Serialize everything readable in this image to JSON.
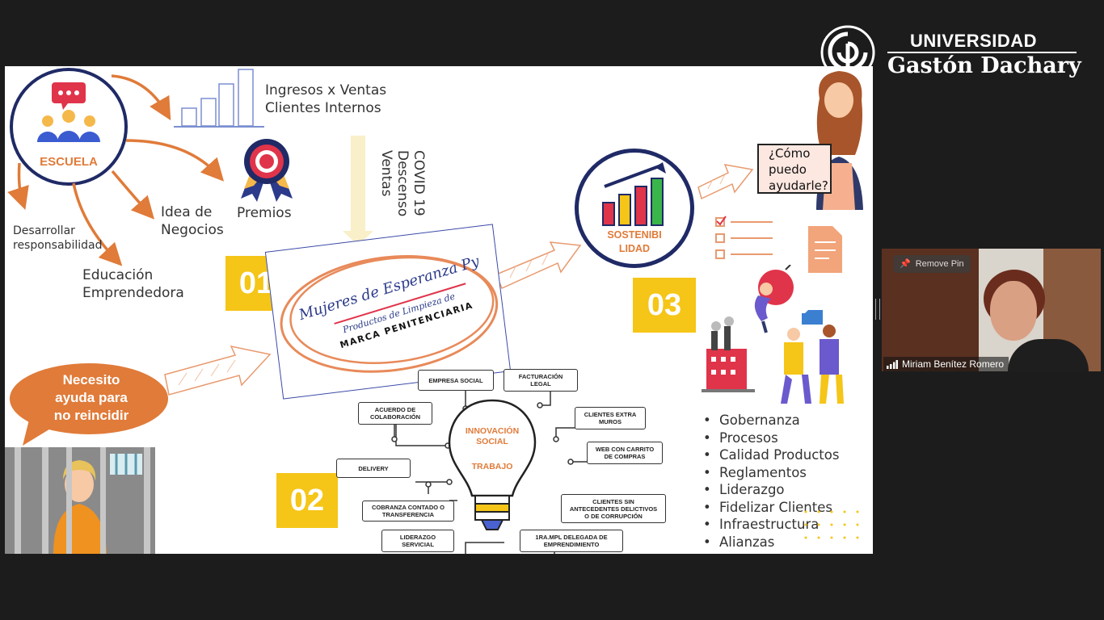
{
  "logo": {
    "line1": "UNIVERSIDAD",
    "line2": "Gastón Dachary"
  },
  "slide": {
    "escuela": "ESCUELA",
    "ingresos": [
      "Ingresos x Ventas",
      "Clientes Internos"
    ],
    "premios": "Premios",
    "idea": [
      "Idea de",
      "Negocios"
    ],
    "desarrollar": [
      "Desarrollar",
      "responsabilidad"
    ],
    "educacion": [
      "Educación",
      "Emprendedora"
    ],
    "covid": [
      "COVID 19",
      "Descenso",
      "Ventas"
    ],
    "num01": "01",
    "num02": "02",
    "num03": "03",
    "brand": {
      "line1": "Mujeres de Esperanza Py",
      "line2": "Productos de Limpieza de",
      "line3": "MARCA PENITENCIARIA"
    },
    "sostenibilidad": [
      "SOSTENIBI",
      "LIDAD"
    ],
    "como": [
      "¿Cómo",
      "puedo",
      "ayudarle?"
    ],
    "necesito": [
      "Necesito",
      "ayuda para",
      "no reincidir"
    ],
    "innovacion": [
      "INNOVACIÓN",
      "SOCIAL"
    ],
    "trabajo": "TRABAJO",
    "mindmap": {
      "empresa": "EMPRESA SOCIAL",
      "facturacion": [
        "FACTURACIÓN",
        "LEGAL"
      ],
      "acuerdo": [
        "ACUERDO DE",
        "COLABORACIÓN"
      ],
      "clientes_extra": [
        "CLIENTES EXTRA",
        "MUROS"
      ],
      "web": [
        "WEB CON CARRITO",
        "DE COMPRAS"
      ],
      "delivery": "DELIVERY",
      "cobranza": [
        "COBRANZA CONTADO O",
        "TRANSFERENCIA"
      ],
      "clientes_sin": [
        "CLIENTES SIN",
        "ANTECEDENTES DELICTIVOS",
        "O DE CORRUPCIÓN"
      ],
      "liderazgo": [
        "LIDERAZGO",
        "SERVICIAL"
      ],
      "primera": [
        "1RA.MPL DELEGADA DE",
        "EMPRENDIMIENTO"
      ]
    },
    "bullets": [
      "Gobernanza",
      "Procesos",
      "Calidad Productos",
      "Reglamentos",
      "Liderazgo",
      "Fidelizar Clientes",
      "Infraestructura",
      "Alianzas"
    ]
  },
  "webcam": {
    "pin_label": "Remove Pin",
    "participant": "Miriam Benítez Romero"
  },
  "colors": {
    "accent_orange": "#e07b39",
    "navy": "#1f2a66",
    "yellow": "#f5c518",
    "background": "#1c1c1c"
  }
}
